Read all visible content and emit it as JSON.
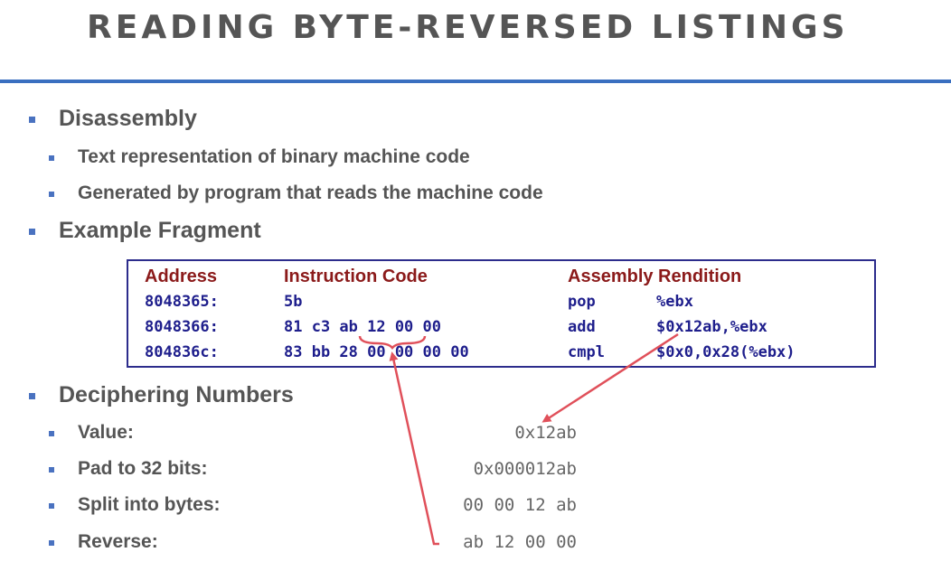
{
  "slide": {
    "title": "READING BYTE-REVERSED LISTINGS"
  },
  "bullets": {
    "disassembly": {
      "label": "Disassembly",
      "sub": [
        "Text representation of binary machine code",
        "Generated by program that reads the machine code"
      ]
    },
    "example": {
      "label": "Example Fragment"
    },
    "deciphering": {
      "label": "Deciphering Numbers",
      "rows": [
        {
          "label": "Value:",
          "value": "0x12ab"
        },
        {
          "label": "Pad to 32 bits:",
          "value": "0x000012ab"
        },
        {
          "label": "Split into bytes:",
          "value": "00 00 12 ab"
        },
        {
          "label": "Reverse:",
          "value": "ab 12 00 00"
        }
      ]
    }
  },
  "listing": {
    "headers": {
      "address": "Address",
      "code": "Instruction Code",
      "assembly": "Assembly Rendition"
    },
    "rows": [
      {
        "address": "8048365:",
        "code": "5b",
        "mnemonic": "pop",
        "operands": "%ebx"
      },
      {
        "address": "8048366:",
        "code": "81 c3 ab 12 00 00",
        "mnemonic": "add",
        "operands": "$0x12ab,%ebx"
      },
      {
        "address": "804836c:",
        "code": "83 bb 28 00 00 00 00",
        "mnemonic": "cmpl",
        "operands": "$0x0,0x28(%ebx)"
      }
    ]
  },
  "colors": {
    "title_rule": "#3a6fc0",
    "bullet": "#4a72c0",
    "header_text": "#8b1a1a",
    "code_text": "#1e1e8c",
    "annotation": "#e0505a"
  }
}
